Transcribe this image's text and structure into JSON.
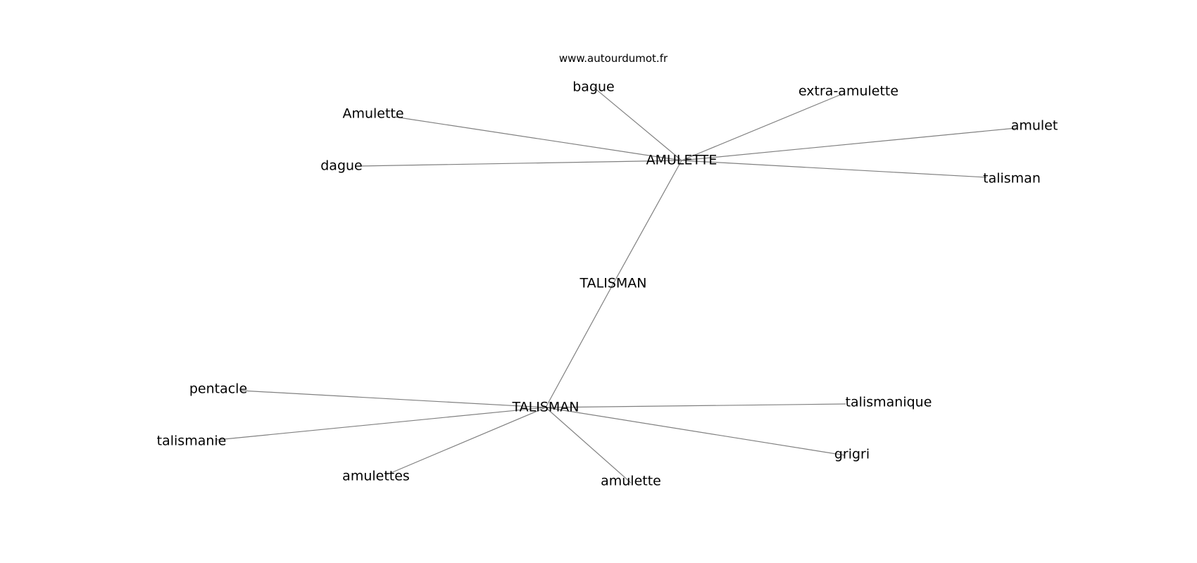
{
  "diagram": {
    "watermark": "www.autourdumot.fr",
    "edge_color": "#808080",
    "nodes": [
      {
        "id": "amulette_root",
        "label": "AMULETTE"
      },
      {
        "id": "talisman_mid",
        "label": "TALISMAN"
      },
      {
        "id": "talisman_root",
        "label": "TALISMAN"
      },
      {
        "id": "bague",
        "label": "bague"
      },
      {
        "id": "extra_amulette",
        "label": "extra-amulette"
      },
      {
        "id": "Amulette",
        "label": "Amulette"
      },
      {
        "id": "amulet",
        "label": "amulet"
      },
      {
        "id": "dague",
        "label": "dague"
      },
      {
        "id": "talisman",
        "label": "talisman"
      },
      {
        "id": "pentacle",
        "label": "pentacle"
      },
      {
        "id": "talismanique",
        "label": "talismanique"
      },
      {
        "id": "talismanie",
        "label": "talismanie"
      },
      {
        "id": "grigri",
        "label": "grigri"
      },
      {
        "id": "amulettes",
        "label": "amulettes"
      },
      {
        "id": "amulette",
        "label": "amulette"
      }
    ],
    "edges": [
      [
        "amulette_root",
        "bague"
      ],
      [
        "amulette_root",
        "extra_amulette"
      ],
      [
        "amulette_root",
        "Amulette"
      ],
      [
        "amulette_root",
        "amulet"
      ],
      [
        "amulette_root",
        "dague"
      ],
      [
        "amulette_root",
        "talisman"
      ],
      [
        "amulette_root",
        "talisman_mid"
      ],
      [
        "talisman_mid",
        "talisman_root"
      ],
      [
        "talisman_root",
        "pentacle"
      ],
      [
        "talisman_root",
        "talismanique"
      ],
      [
        "talisman_root",
        "talismanie"
      ],
      [
        "talisman_root",
        "grigri"
      ],
      [
        "talisman_root",
        "amulettes"
      ],
      [
        "talisman_root",
        "amulette"
      ]
    ]
  }
}
